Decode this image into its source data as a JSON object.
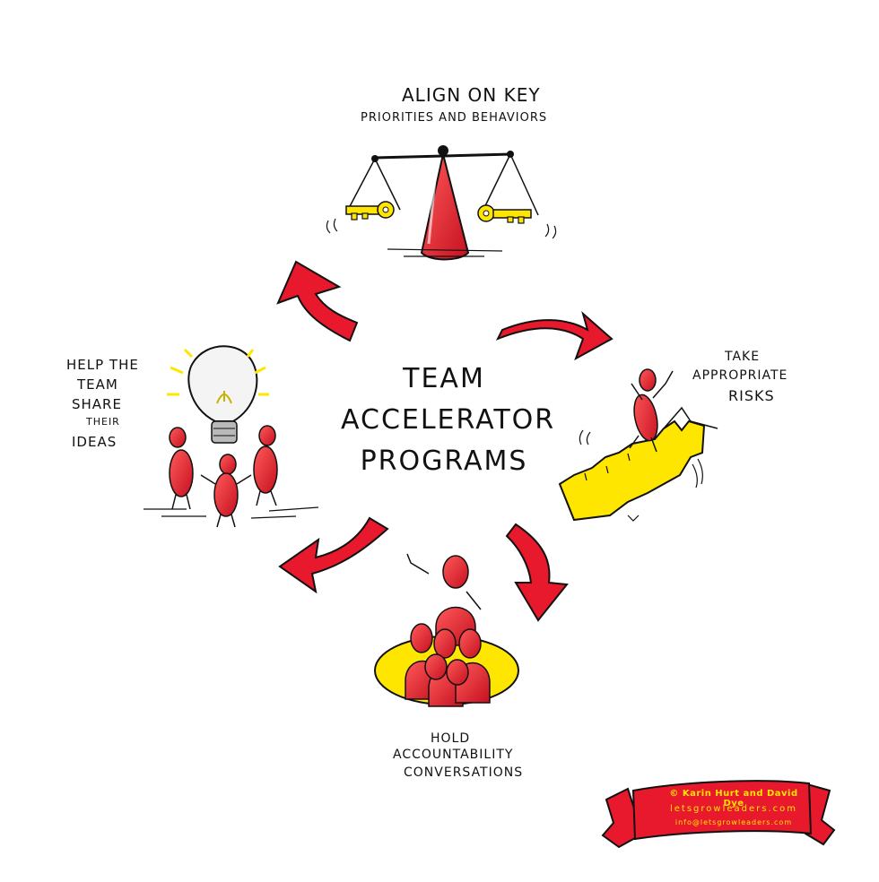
{
  "center": {
    "line1": "Team",
    "line2": "Accelerator",
    "line3": "Programs"
  },
  "steps": {
    "align": {
      "line1": "Align on Key",
      "line2": "Priorities and Behaviors"
    },
    "risks": {
      "line1": "Take",
      "line2": "Appropriate",
      "line3": "Risks"
    },
    "accountability": {
      "line1": "Hold",
      "line2": "Accountability",
      "line3": "Conversations"
    },
    "ideas": {
      "line1": "Help the",
      "line2": "Team",
      "line3": "Share",
      "line4": "their",
      "line5": "Ideas"
    }
  },
  "credits": {
    "authors": "© Karin Hurt and David Dye",
    "website": "letsgrowleaders.com",
    "email": "info@letsgrowleaders.com"
  },
  "colors": {
    "red": "#e8192c",
    "yellow": "#ffe600",
    "ink": "#111111"
  }
}
